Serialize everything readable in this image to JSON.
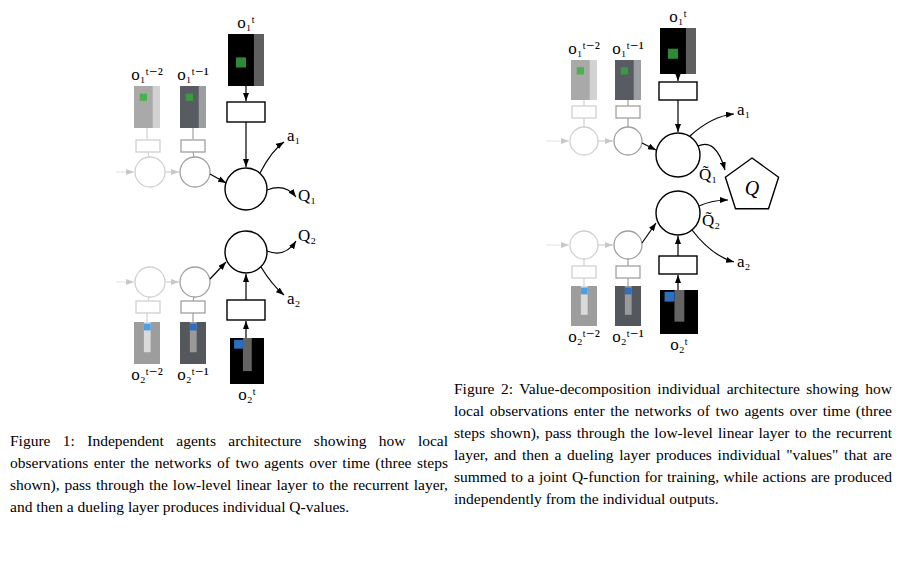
{
  "diagram": {
    "nodes": [
      {
        "text": [
          "o₁ᵗ⁻²"
        ]
      },
      {
        "text": [
          "o₁ᵗ⁻¹"
        ]
      },
      {
        "text": [
          "o₁ᵗ"
        ]
      },
      {
        "text": [
          "o₂ᵗ⁻²"
        ]
      },
      {
        "text": [
          "o₂ᵗ⁻¹"
        ]
      },
      {
        "text": [
          "o₂ᵗ"
        ]
      },
      {
        "text": [
          "o₁ᵗ⁻²"
        ]
      },
      {
        "text": [
          "o₁ᵗ⁻¹"
        ]
      },
      {
        "text": [
          "o₁ᵗ"
        ]
      },
      {
        "text": [
          "o₂ᵗ⁻²"
        ]
      },
      {
        "text": [
          "o₂ᵗ⁻¹"
        ]
      },
      {
        "text": [
          "o₂ᵗ"
        ]
      },
      {
        "text": [
          "Q"
        ]
      }
    ],
    "labels": [
      "a₁",
      "Q₁",
      "Q₂",
      "a₂",
      "a₁",
      "Q̃₁",
      "Q̃₂",
      "a₂",
      "Figure 1: Independent agents architecture showing how local observations enter the networks of two agents over time (three steps shown), pass through the low-level linear layer to the recurrent layer, and then a dueling layer produces individual Q-values.",
      "Figure 2: Value-decomposition individual architecture showing how local observations enter the networks of two agents over time (three steps shown), pass through the low-level linear layer to the recurrent layer, and then a dueling layer produces individual \"values\" that are summed to a joint Q-function for training, while actions are produced independently from the individual outputs."
    ]
  }
}
